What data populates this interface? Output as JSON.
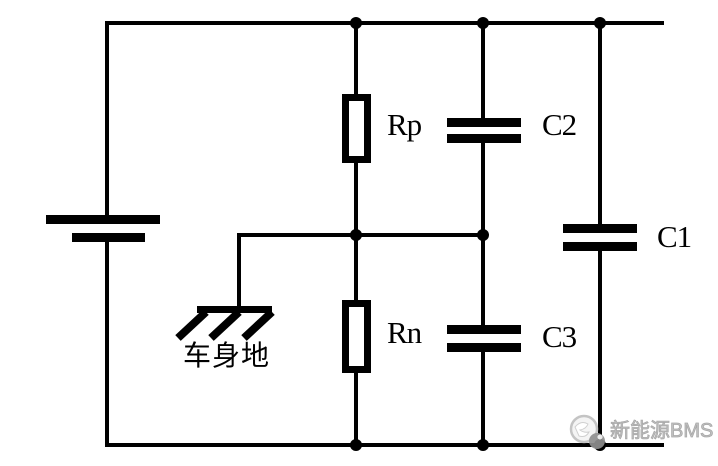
{
  "diagram": {
    "background": "#ffffff",
    "stroke_color": "#000000",
    "labels": {
      "rp": "Rp",
      "rn": "Rn",
      "c1": "C1",
      "c2": "C2",
      "c3": "C3",
      "chassis_ground": "车身地"
    },
    "components": [
      {
        "id": "battery",
        "type": "battery-symbol",
        "label": ""
      },
      {
        "id": "rp",
        "type": "resistor",
        "label": "Rp"
      },
      {
        "id": "rn",
        "type": "resistor",
        "label": "Rn"
      },
      {
        "id": "c2",
        "type": "capacitor",
        "label": "C2"
      },
      {
        "id": "c3",
        "type": "capacitor",
        "label": "C3"
      },
      {
        "id": "c1",
        "type": "capacitor",
        "label": "C1"
      },
      {
        "id": "chassis_ground",
        "type": "chassis-ground-symbol",
        "label": "车身地"
      }
    ]
  },
  "watermark": {
    "text": "新能源BMS",
    "color": "#b2b2b2"
  }
}
